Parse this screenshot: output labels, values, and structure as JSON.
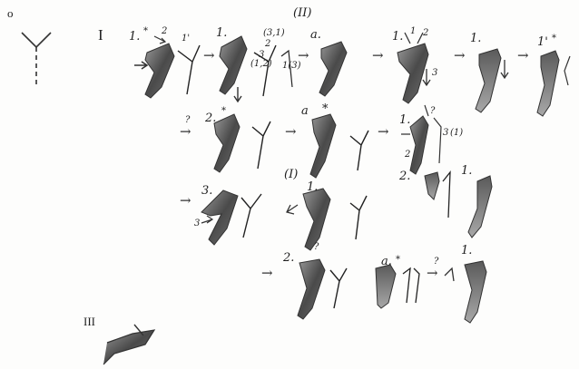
{
  "sections": {
    "zero": "o",
    "one": "I",
    "two_paren": "(II)",
    "one_paren": "(I)",
    "three": "III"
  },
  "row1": {
    "step_a": "1.",
    "star_a": "*",
    "num_2a": "2",
    "step_b": "1'",
    "step_c": "1.",
    "pair_c": "(3,1)",
    "num_2c": "2",
    "num_3c": "3",
    "pair_c2": "(1,2)",
    "pair_c3": "1(3)",
    "step_d": "a.",
    "step_e": "1.",
    "num_1e": "1",
    "num_2e": "2",
    "num_3e": "3",
    "step_f": "1.",
    "step_g": "1'",
    "star_g": "*"
  },
  "row2": {
    "q": "?",
    "step_a": "2.",
    "star_a": "*",
    "step_b": "a",
    "star_b": "*",
    "step_c": "1.",
    "q_c": "?",
    "num_3c": "3",
    "num_3paren": "(1)",
    "num_2c": "2"
  },
  "row3": {
    "step_a": "3.",
    "num_3a": "3",
    "step_b": "1.",
    "step_c": "2.",
    "step_d": "1."
  },
  "row4": {
    "step_a": "2.",
    "q_a": "?",
    "step_b": "a.",
    "star_b": "*",
    "q_c": "?",
    "step_d": "1."
  }
}
